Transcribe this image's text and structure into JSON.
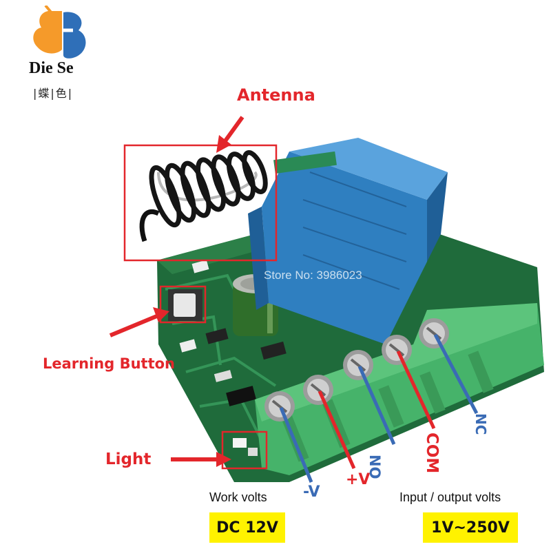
{
  "brand": {
    "name": "Die Se",
    "chinese": "|蝶|色|",
    "logo_icon": "butterfly-b-logo"
  },
  "callouts": {
    "antenna": "Antenna",
    "learning_button": "Learning Button",
    "light": "Light"
  },
  "terminals": {
    "neg_v": "-V",
    "pos_v": "+V",
    "no": "NO",
    "com": "COM",
    "nc": "NC"
  },
  "specs": {
    "work_title": "Work volts",
    "work_value": "DC 12V",
    "io_title": "Input / output  volts",
    "io_value": "1V~250V"
  },
  "watermark": "Store No: 3986023",
  "colors": {
    "callout_red": "#e3262b",
    "terminal_blue": "#3a6bb5",
    "badge_yellow": "#fff200",
    "pcb_green": "#1f6b3b",
    "relay_blue": "#2f7fc0",
    "terminal_green": "#46b36a"
  }
}
